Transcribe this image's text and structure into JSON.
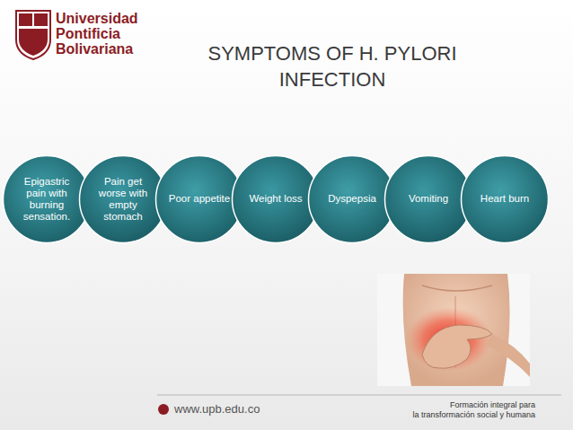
{
  "diagram": {
    "title": "SYMPTOMS OF H. PYLORI INFECTION",
    "nodes": [
      {
        "text": [
          "Epigastric pain with burning sensation."
        ]
      },
      {
        "text": [
          "Pain get worse with empty stomach"
        ]
      },
      {
        "text": [
          "Poor appetite"
        ]
      },
      {
        "text": [
          "Weight loss"
        ]
      },
      {
        "text": [
          "Dyspepsia"
        ]
      },
      {
        "text": [
          "Vomiting"
        ]
      },
      {
        "text": [
          "Heart burn"
        ]
      }
    ],
    "labels": [
      "Universidad",
      "Pontificia",
      "Bolivariana",
      "www.upb.edu.co",
      "Formación integral para",
      "la transformación social y humana"
    ]
  }
}
